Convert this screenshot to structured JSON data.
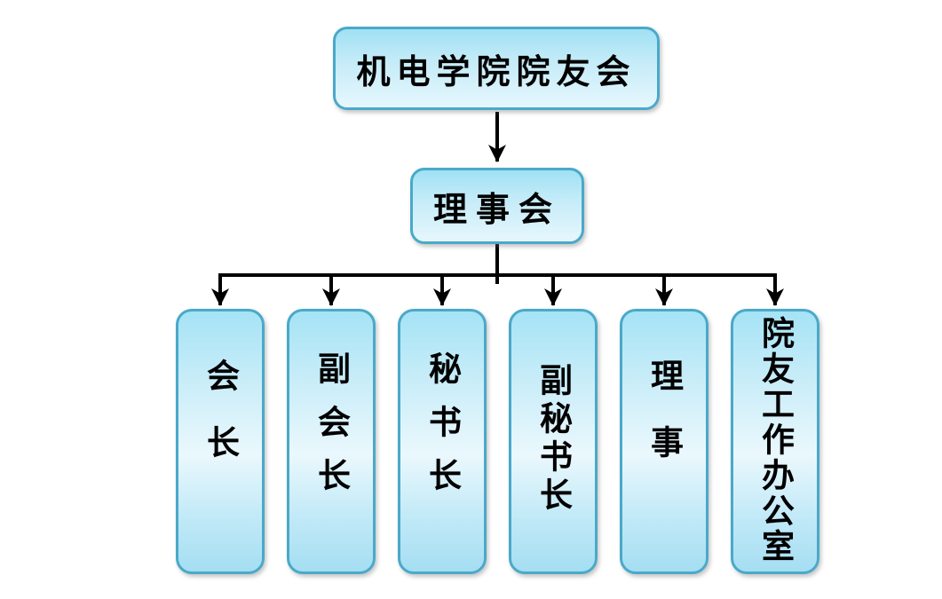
{
  "diagram": {
    "title_node": "机电学院院友会",
    "root": {
      "label": "机电学院院友会"
    },
    "council": {
      "label": "理事会"
    },
    "children": [
      {
        "label": "会长"
      },
      {
        "label": "副会长"
      },
      {
        "label": "秘书长"
      },
      {
        "label": "副秘书长"
      },
      {
        "label": "理事"
      },
      {
        "label": "院友工作办公室"
      }
    ],
    "colors": {
      "background": "#ffffff",
      "box_border": "#4aa9c9",
      "box_fill_top": "#a5e3f5",
      "box_fill_middle": "#eaf8fd",
      "box_fill_bottom": "#a5def2",
      "connector": "#000000",
      "text": "#000000"
    }
  }
}
